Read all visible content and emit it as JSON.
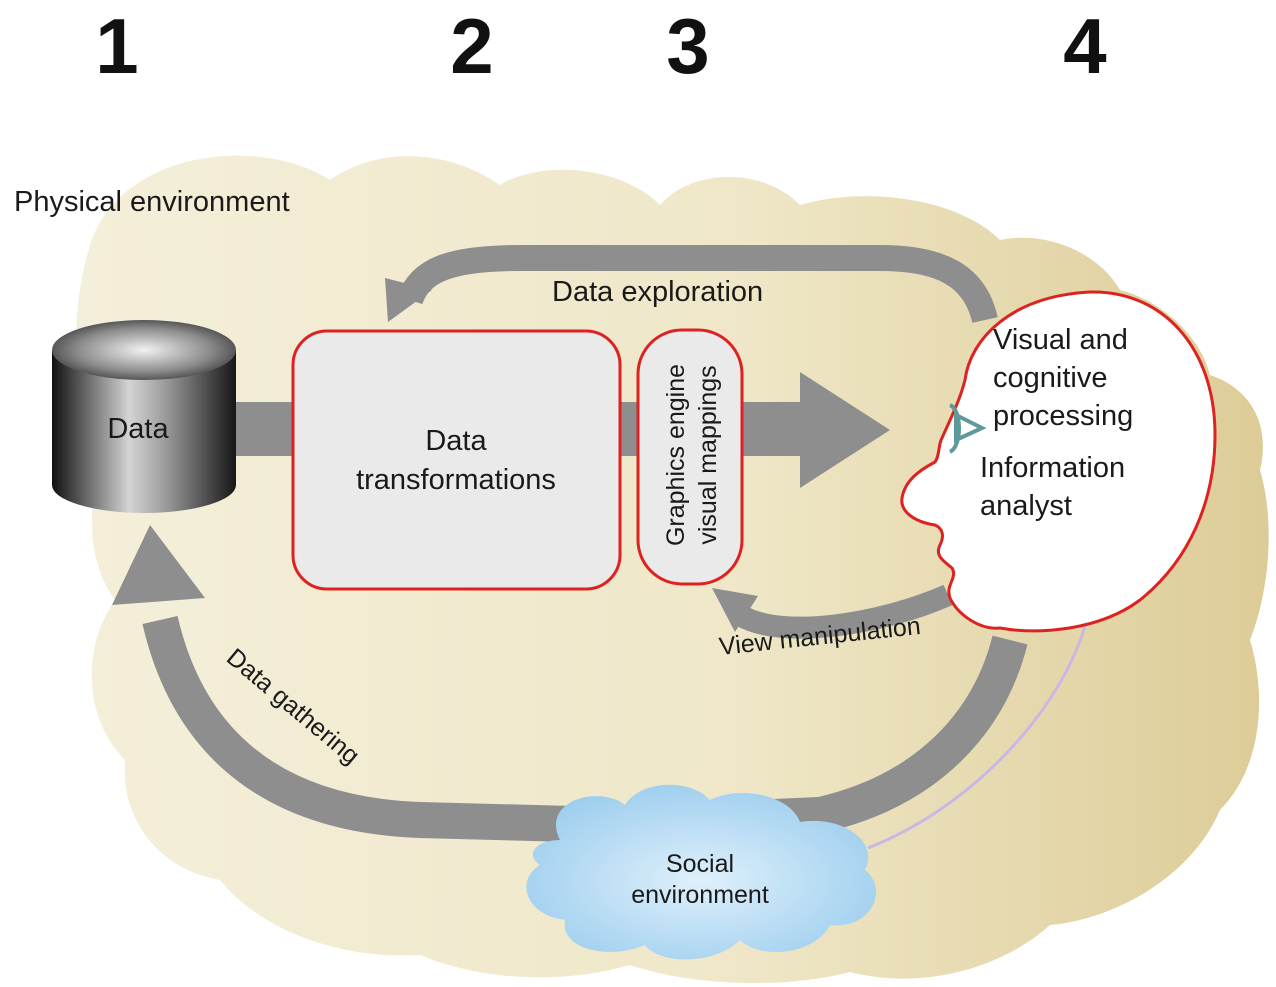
{
  "stage_numbers": [
    "1",
    "2",
    "3",
    "4"
  ],
  "labels": {
    "physical_environment": "Physical environment",
    "data": "Data",
    "data_transformations_line1": "Data",
    "data_transformations_line2": "transformations",
    "graphics_engine_line1": "Graphics engine",
    "graphics_engine_line2": "visual mappings",
    "data_exploration": "Data exploration",
    "view_manipulation": "View manipulation",
    "data_gathering": "Data gathering",
    "visual_processing_line1": "Visual and",
    "visual_processing_line2": "cognitive",
    "visual_processing_line3": "processing",
    "analyst_line1": "Information",
    "analyst_line2": "analyst",
    "social_line1": "Social",
    "social_line2": "environment"
  },
  "colors": {
    "background_blob": "#ece4c6",
    "arrow": "#8e8e8e",
    "box_fill": "#eaeaea",
    "box_border": "#dd2222",
    "cloud": "#aed8f0",
    "eye": "#5f9a9a",
    "link_line": "#cbb7e3"
  }
}
